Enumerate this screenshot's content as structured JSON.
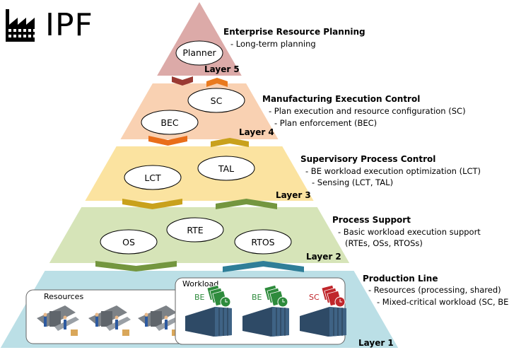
{
  "logo": {
    "text": "IPF",
    "icon": "factory-icon"
  },
  "colors": {
    "layer5": "#dcaaa8",
    "layer4": "#f9d1b2",
    "layer3": "#fbe3a0",
    "layer2": "#d6e4b8",
    "layer1": "#bbdfe6",
    "arrow5_down": "#9a3a33",
    "arrow5_up": "#e97a1e",
    "arrow4_down": "#e96e1a",
    "arrow4_up": "#c9a11c",
    "arrow3_down": "#c9a11c",
    "arrow3_up": "#74963f",
    "arrow2_down": "#74963f",
    "arrow2_up": "#2f7e98",
    "be": "#2e8b3c",
    "sc": "#c0262b"
  },
  "layers": [
    {
      "label": "Layer 5",
      "title": "Enterprise Resource Planning",
      "lines": [
        "- Long-term planning"
      ],
      "nodes": [
        "Planner"
      ]
    },
    {
      "label": "Layer 4",
      "title": "Manufacturing Execution Control",
      "lines": [
        "- Plan execution and resource configuration (SC)",
        "- Plan enforcement (BEC)"
      ],
      "nodes": [
        "SC",
        "BEC"
      ]
    },
    {
      "label": "Layer 3",
      "title": "Supervisory Process Control",
      "lines": [
        "- BE workload execution optimization (LCT)",
        "- Sensing (LCT, TAL)"
      ],
      "nodes": [
        "LCT",
        "TAL"
      ]
    },
    {
      "label": "Layer 2",
      "title": "Process Support",
      "lines": [
        "- Basic workload execution support",
        "(RTEs, OSs, RTOSs)"
      ],
      "nodes": [
        "OS",
        "RTE",
        "RTOS"
      ]
    },
    {
      "label": "Layer 1",
      "title": "Production Line",
      "lines": [
        "- Resources (processing, shared)",
        "- Mixed-critical workload (SC, BE)"
      ]
    }
  ],
  "production": {
    "resources_label": "Resources",
    "workload_label": "Workload",
    "workloads": [
      {
        "class": "BE"
      },
      {
        "class": "BE"
      },
      {
        "class": "SC"
      }
    ]
  }
}
